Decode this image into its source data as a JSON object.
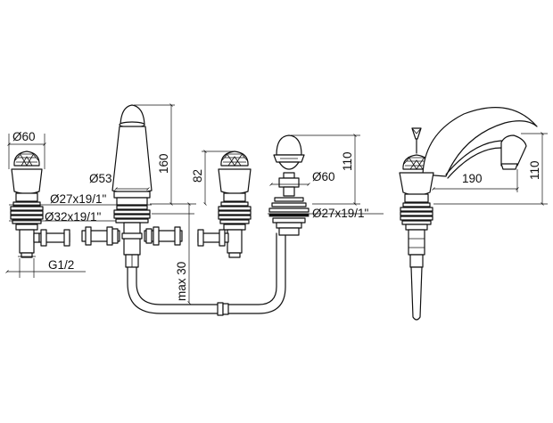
{
  "dimensions": {
    "d60_left": "Ø60",
    "d53": "Ø53",
    "h160": "160",
    "h82": "82",
    "d27_left": "Ø27x19/1\"",
    "d32_left": "Ø32x19/1\"",
    "g12": "G1/2",
    "max30": "max 30",
    "h110_mid": "110",
    "d60_mid": "Ø60",
    "d27_mid": "Ø27x19/1\"",
    "w190": "190",
    "h110_right": "110"
  }
}
